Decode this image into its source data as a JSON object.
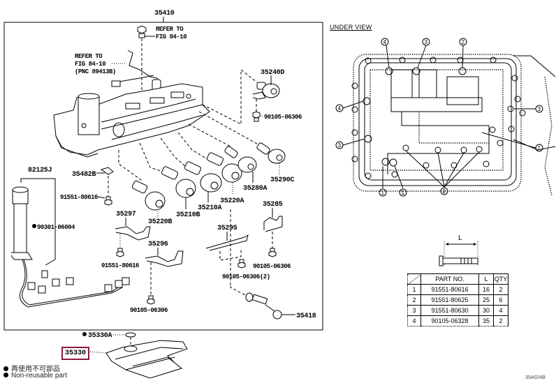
{
  "diagram": {
    "type": "parts-exploded-view",
    "main_assembly_label": "35410",
    "refer_notes": [
      {
        "line1": "REFER TO",
        "line2": "FIG 84-10",
        "line3": ""
      },
      {
        "line1": "REFER TO",
        "line2": "FIG 84-10",
        "line3": "(PNC 89413B)"
      }
    ],
    "part_labels": {
      "p35240D": "35240D",
      "p90105_06306_a": "90105-06306",
      "p35290C": "35290C",
      "p35280A": "35280A",
      "p35220A": "35220A",
      "p35210A": "35210A",
      "p35210B": "35210B",
      "p35220B": "35220B",
      "p35297": "35297",
      "p35296": "35296",
      "p35295": "35295",
      "p35285": "35285",
      "p35482B": "35482B",
      "p82125J": "82125J",
      "p90301_06004": "90301-06004",
      "p91551_80616_a": "91551-80616",
      "p91551_80616_b": "91551-80616",
      "p90105_06306_b": "90105-06306",
      "p90105_06306_c": "90105-06306(2)",
      "p90105_06306_d": "90105-06306",
      "p35418": "35418",
      "p35330A": "35330A",
      "p35330": "35330"
    },
    "under_view_title": "UNDER VIEW",
    "under_view_callouts": [
      "1",
      "1",
      "1",
      "1",
      "2",
      "2",
      "3",
      "3",
      "4",
      "4"
    ],
    "bolt_dimension_label": "L",
    "bolt_table": {
      "headers": [
        "",
        "PART NO.",
        "L",
        "QTY"
      ],
      "rows": [
        [
          "1",
          "91551-80616",
          "16",
          "2"
        ],
        [
          "2",
          "91551-80625",
          "25",
          "6"
        ],
        [
          "3",
          "91551-80630",
          "30",
          "4"
        ],
        [
          "4",
          "90105-06328",
          "35",
          "2"
        ]
      ]
    },
    "legend": {
      "line1": "再使用不可部品",
      "line2": "Non-reusable part"
    },
    "highlighted_part": "35330",
    "figure_id": "35A024B"
  }
}
